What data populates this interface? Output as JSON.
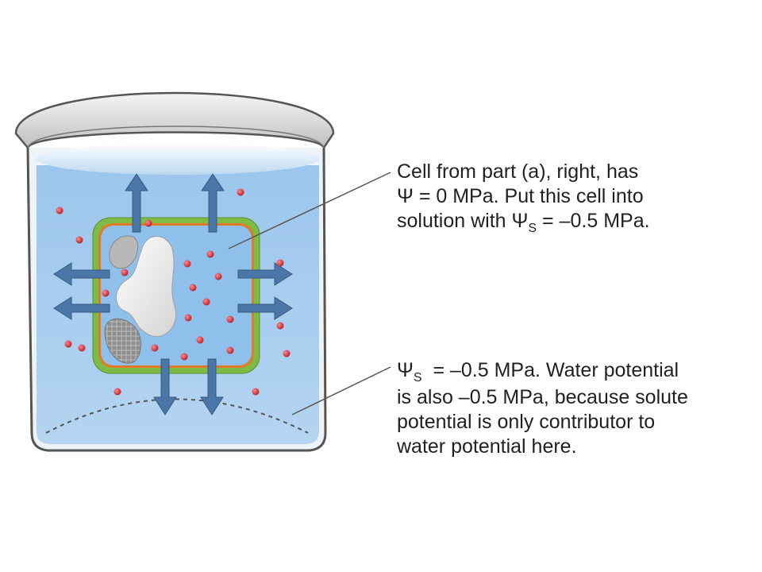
{
  "caption_top": {
    "line1": "Cell from part (a), right, has",
    "line2_psi": "Ψ",
    "line2_rest": " = 0 MPa. Put this cell into",
    "line3_pre": "solution with ",
    "line3_psi": "Ψ",
    "line3_sub": "S",
    "line3_rest": " = –0.5 MPa."
  },
  "caption_bottom": {
    "line1_psi": "Ψ",
    "line1_sub": "S",
    "line1_rest": "  = –0.5 MPa. Water potential",
    "line2": "is also –0.5 MPa, because solute",
    "line3": "potential is only contributor to",
    "line4": "water potential here."
  },
  "colors": {
    "solution": "#a9cdef",
    "cell_interior": "#8fc0ec",
    "cell_wall": "#7dbb44",
    "membrane": "#e07a2a",
    "arrow": "#4a77a8",
    "solute": "#c8232c",
    "beaker": "#5a5a5a"
  }
}
